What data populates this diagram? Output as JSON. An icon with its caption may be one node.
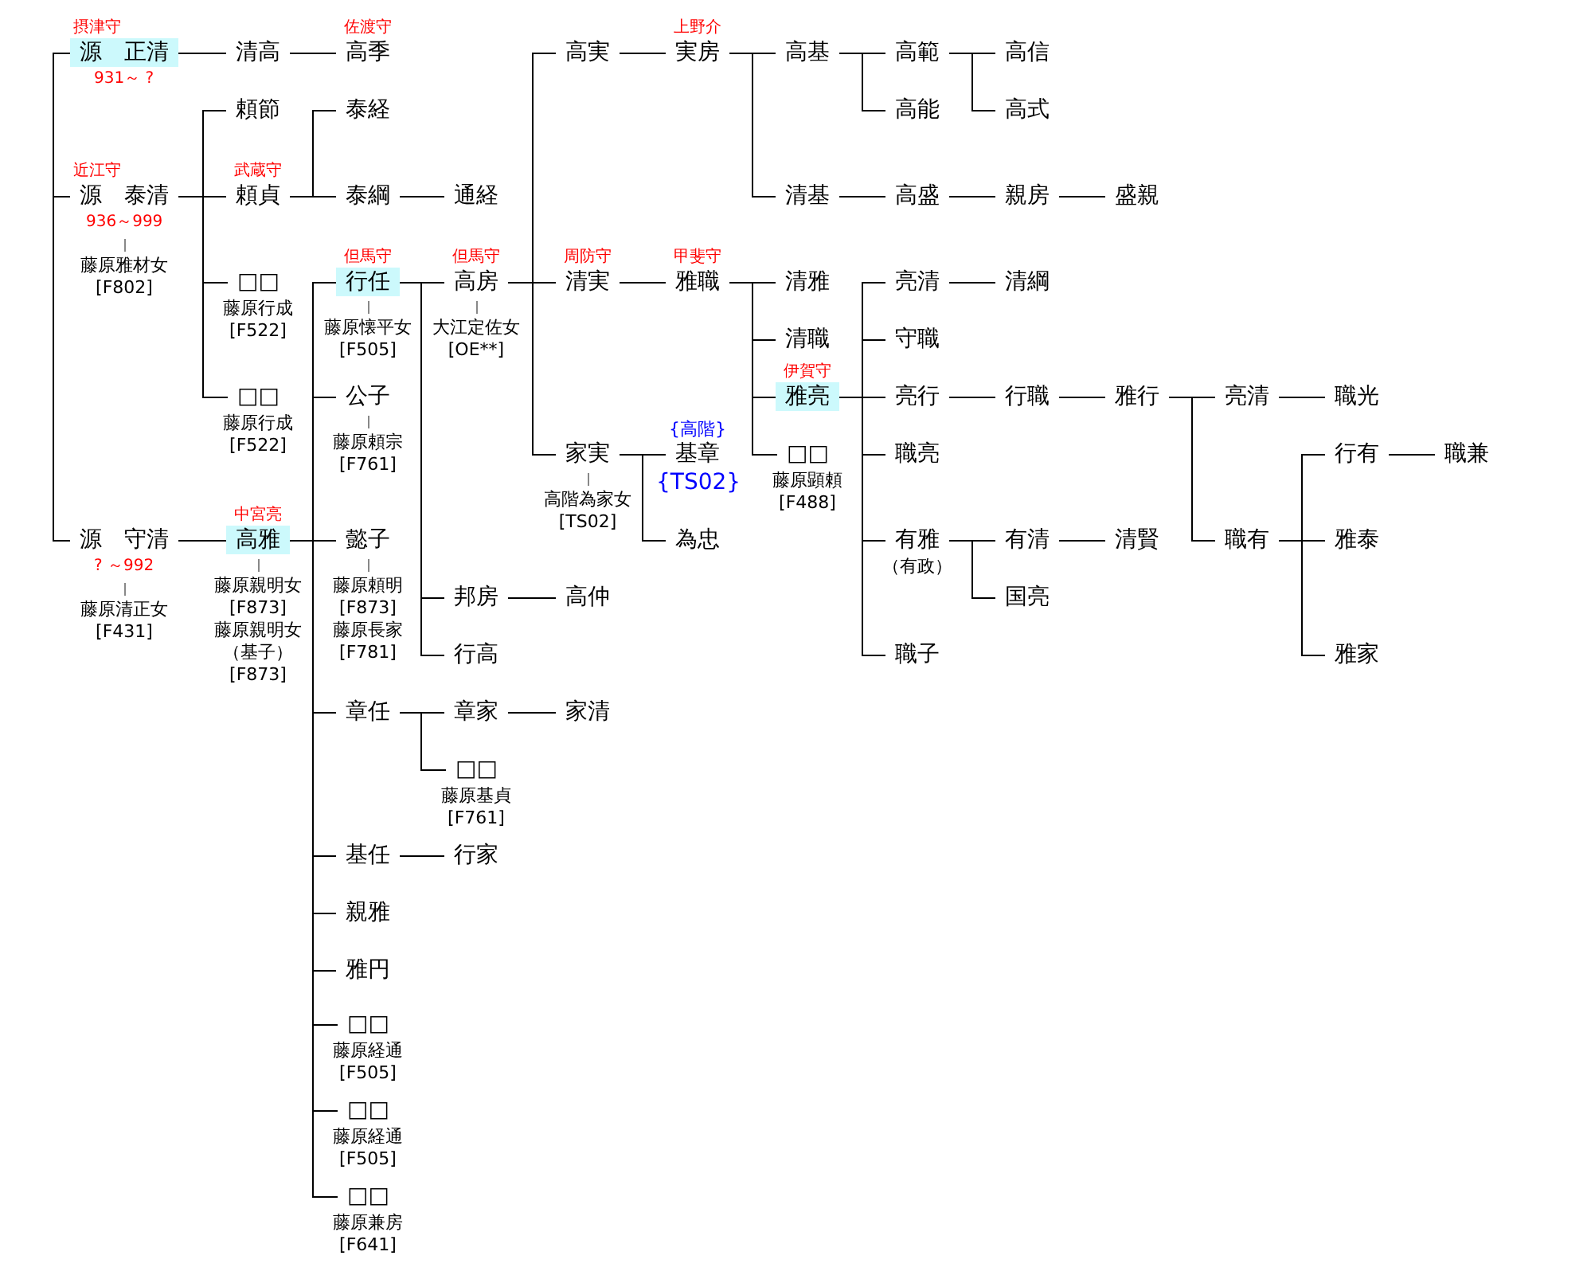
{
  "diagram": {
    "nodes": [
      {
        "text": [
          "源　正清"
        ],
        "beside": [
          "摂津守",
          "931～ ?"
        ]
      },
      {
        "text": [
          "清高"
        ]
      },
      {
        "text": [
          "高季"
        ],
        "beside": [
          "佐渡守"
        ]
      },
      {
        "text": [
          "高実"
        ]
      },
      {
        "text": [
          "実房"
        ],
        "beside": [
          "上野介"
        ]
      },
      {
        "text": [
          "高基"
        ]
      },
      {
        "text": [
          "高範"
        ]
      },
      {
        "text": [
          "高信"
        ]
      },
      {
        "text": [
          "高能"
        ]
      },
      {
        "text": [
          "高式"
        ]
      },
      {
        "text": [
          "頼節"
        ]
      },
      {
        "text": [
          "泰経"
        ]
      },
      {
        "text": [
          "源　泰清"
        ],
        "beside": [
          "近江守",
          "936～999",
          "藤原雅材女 [F802]"
        ]
      },
      {
        "text": [
          "頼貞"
        ],
        "beside": [
          "武蔵守"
        ]
      },
      {
        "text": [
          "泰綱"
        ]
      },
      {
        "text": [
          "通経"
        ]
      },
      {
        "text": [
          "清基"
        ]
      },
      {
        "text": [
          "高盛"
        ]
      },
      {
        "text": [
          "親房"
        ]
      },
      {
        "text": [
          "盛親"
        ]
      },
      {
        "text": [
          "□□"
        ],
        "beside": [
          "藤原行成 [F522]"
        ]
      },
      {
        "text": [
          "行任"
        ],
        "beside": [
          "但馬守",
          "藤原懐平女 [F505]"
        ]
      },
      {
        "text": [
          "高房"
        ],
        "beside": [
          "但馬守",
          "大江定佐女 [OE**]"
        ]
      },
      {
        "text": [
          "清実"
        ],
        "beside": [
          "周防守"
        ]
      },
      {
        "text": [
          "雅職"
        ],
        "beside": [
          "甲斐守"
        ]
      },
      {
        "text": [
          "清雅"
        ]
      },
      {
        "text": [
          "亮清"
        ]
      },
      {
        "text": [
          "清綱"
        ]
      },
      {
        "text": [
          "清職"
        ]
      },
      {
        "text": [
          "守職"
        ]
      },
      {
        "text": [
          "□□"
        ],
        "beside": [
          "藤原行成 [F522]"
        ]
      },
      {
        "text": [
          "公子"
        ],
        "beside": [
          "藤原頼宗 [F761]"
        ]
      },
      {
        "text": [
          "雅亮"
        ],
        "beside": [
          "伊賀守"
        ]
      },
      {
        "text": [
          "亮行"
        ]
      },
      {
        "text": [
          "行職"
        ]
      },
      {
        "text": [
          "雅行"
        ]
      },
      {
        "text": [
          "亮清"
        ]
      },
      {
        "text": [
          "職光"
        ]
      },
      {
        "text": [
          "家実"
        ],
        "beside": [
          "高階為家女 [TS02]"
        ]
      },
      {
        "text": [
          "基章"
        ],
        "beside": [
          "{高階}",
          "{TS02}"
        ]
      },
      {
        "text": [
          "□□"
        ],
        "beside": [
          "藤原顕頼 [F488]"
        ]
      },
      {
        "text": [
          "職亮"
        ]
      },
      {
        "text": [
          "行有"
        ]
      },
      {
        "text": [
          "職兼"
        ]
      },
      {
        "text": [
          "源　守清"
        ],
        "beside": [
          "? ～992",
          "藤原清正女 [F431]"
        ]
      },
      {
        "text": [
          "高雅"
        ],
        "beside": [
          "中宮亮",
          "藤原親明女 [F873]",
          "藤原親明女（基子） [F873]"
        ]
      },
      {
        "text": [
          "懿子"
        ],
        "beside": [
          "藤原頼明 [F873]",
          "藤原長家 [F781]"
        ]
      },
      {
        "text": [
          "為忠"
        ]
      },
      {
        "text": [
          "有雅"
        ],
        "beside": [
          "（有政）"
        ]
      },
      {
        "text": [
          "有清"
        ]
      },
      {
        "text": [
          "清賢"
        ]
      },
      {
        "text": [
          "職有"
        ]
      },
      {
        "text": [
          "雅泰"
        ]
      },
      {
        "text": [
          "邦房"
        ]
      },
      {
        "text": [
          "高仲"
        ]
      },
      {
        "text": [
          "国亮"
        ]
      },
      {
        "text": [
          "行高"
        ]
      },
      {
        "text": [
          "職子"
        ]
      },
      {
        "text": [
          "雅家"
        ]
      },
      {
        "text": [
          "章任"
        ]
      },
      {
        "text": [
          "章家"
        ]
      },
      {
        "text": [
          "家清"
        ]
      },
      {
        "text": [
          "□□"
        ],
        "beside": [
          "藤原基貞 [F761]"
        ]
      },
      {
        "text": [
          "基任"
        ]
      },
      {
        "text": [
          "行家"
        ]
      },
      {
        "text": [
          "親雅"
        ]
      },
      {
        "text": [
          "雅円"
        ]
      },
      {
        "text": [
          "□□"
        ],
        "beside": [
          "藤原経通 [F505]"
        ]
      },
      {
        "text": [
          "□□"
        ],
        "beside": [
          "藤原経通 [F505]"
        ]
      },
      {
        "text": [
          "□□"
        ],
        "beside": [
          "藤原兼房 [F641]"
        ]
      }
    ],
    "edges": [
      {
        "from": 0,
        "to": 12,
        "arrow": "none"
      },
      {
        "from": 12,
        "to": 44,
        "arrow": "none"
      },
      {
        "from": 0,
        "to": 1,
        "arrow": "none"
      },
      {
        "from": 1,
        "to": 2,
        "arrow": "none"
      },
      {
        "from": 3,
        "to": 4,
        "arrow": "none"
      },
      {
        "from": 4,
        "to": 5,
        "arrow": "none"
      },
      {
        "from": 4,
        "to": 16,
        "arrow": "none"
      },
      {
        "from": 5,
        "to": 6,
        "arrow": "none"
      },
      {
        "from": 5,
        "to": 8,
        "arrow": "none"
      },
      {
        "from": 6,
        "to": 7,
        "arrow": "none"
      },
      {
        "from": 6,
        "to": 9,
        "arrow": "none"
      },
      {
        "from": 12,
        "to": 10,
        "arrow": "none"
      },
      {
        "from": 12,
        "to": 13,
        "arrow": "none"
      },
      {
        "from": 12,
        "to": 20,
        "arrow": "none"
      },
      {
        "from": 12,
        "to": 30,
        "arrow": "none"
      },
      {
        "from": 13,
        "to": 11,
        "arrow": "none"
      },
      {
        "from": 13,
        "to": 14,
        "arrow": "none"
      },
      {
        "from": 14,
        "to": 15,
        "arrow": "none"
      },
      {
        "from": 16,
        "to": 17,
        "arrow": "none"
      },
      {
        "from": 17,
        "to": 18,
        "arrow": "none"
      },
      {
        "from": 18,
        "to": 19,
        "arrow": "none"
      },
      {
        "from": 22,
        "to": 3,
        "arrow": "none"
      },
      {
        "from": 22,
        "to": 23,
        "arrow": "none"
      },
      {
        "from": 22,
        "to": 38,
        "arrow": "none"
      },
      {
        "from": 21,
        "to": 22,
        "arrow": "none"
      },
      {
        "from": 21,
        "to": 53,
        "arrow": "none"
      },
      {
        "from": 21,
        "to": 56,
        "arrow": "none"
      },
      {
        "from": 23,
        "to": 24,
        "arrow": "none"
      },
      {
        "from": 24,
        "to": 25,
        "arrow": "none"
      },
      {
        "from": 24,
        "to": 28,
        "arrow": "none"
      },
      {
        "from": 24,
        "to": 32,
        "arrow": "none"
      },
      {
        "from": 24,
        "to": 40,
        "arrow": "none"
      },
      {
        "from": 32,
        "to": 26,
        "arrow": "none"
      },
      {
        "from": 32,
        "to": 29,
        "arrow": "none"
      },
      {
        "from": 32,
        "to": 33,
        "arrow": "none"
      },
      {
        "from": 32,
        "to": 41,
        "arrow": "none"
      },
      {
        "from": 32,
        "to": 48,
        "arrow": "none"
      },
      {
        "from": 32,
        "to": 57,
        "arrow": "none"
      },
      {
        "from": 26,
        "to": 27,
        "arrow": "none"
      },
      {
        "from": 33,
        "to": 34,
        "arrow": "none"
      },
      {
        "from": 34,
        "to": 35,
        "arrow": "none"
      },
      {
        "from": 35,
        "to": 36,
        "arrow": "none"
      },
      {
        "from": 35,
        "to": 51,
        "arrow": "none"
      },
      {
        "from": 36,
        "to": 37,
        "arrow": "none"
      },
      {
        "from": 51,
        "to": 42,
        "arrow": "none"
      },
      {
        "from": 51,
        "to": 52,
        "arrow": "none"
      },
      {
        "from": 51,
        "to": 58,
        "arrow": "none"
      },
      {
        "from": 42,
        "to": 43,
        "arrow": "none"
      },
      {
        "from": 38,
        "to": 39,
        "arrow": "none"
      },
      {
        "from": 38,
        "to": 47,
        "arrow": "none"
      },
      {
        "from": 44,
        "to": 45,
        "arrow": "none"
      },
      {
        "from": 45,
        "to": 21,
        "arrow": "none"
      },
      {
        "from": 45,
        "to": 31,
        "arrow": "none"
      },
      {
        "from": 45,
        "to": 46,
        "arrow": "none"
      },
      {
        "from": 45,
        "to": 59,
        "arrow": "none"
      },
      {
        "from": 45,
        "to": 63,
        "arrow": "none"
      },
      {
        "from": 45,
        "to": 65,
        "arrow": "none"
      },
      {
        "from": 45,
        "to": 66,
        "arrow": "none"
      },
      {
        "from": 45,
        "to": 67,
        "arrow": "none"
      },
      {
        "from": 45,
        "to": 68,
        "arrow": "none"
      },
      {
        "from": 45,
        "to": 69,
        "arrow": "none"
      },
      {
        "from": 48,
        "to": 49,
        "arrow": "none"
      },
      {
        "from": 48,
        "to": 55,
        "arrow": "none"
      },
      {
        "from": 49,
        "to": 50,
        "arrow": "none"
      },
      {
        "from": 53,
        "to": 54,
        "arrow": "none"
      },
      {
        "from": 59,
        "to": 60,
        "arrow": "none"
      },
      {
        "from": 59,
        "to": 62,
        "arrow": "none"
      },
      {
        "from": 60,
        "to": 61,
        "arrow": "none"
      },
      {
        "from": 63,
        "to": 64,
        "arrow": "none"
      }
    ]
  }
}
